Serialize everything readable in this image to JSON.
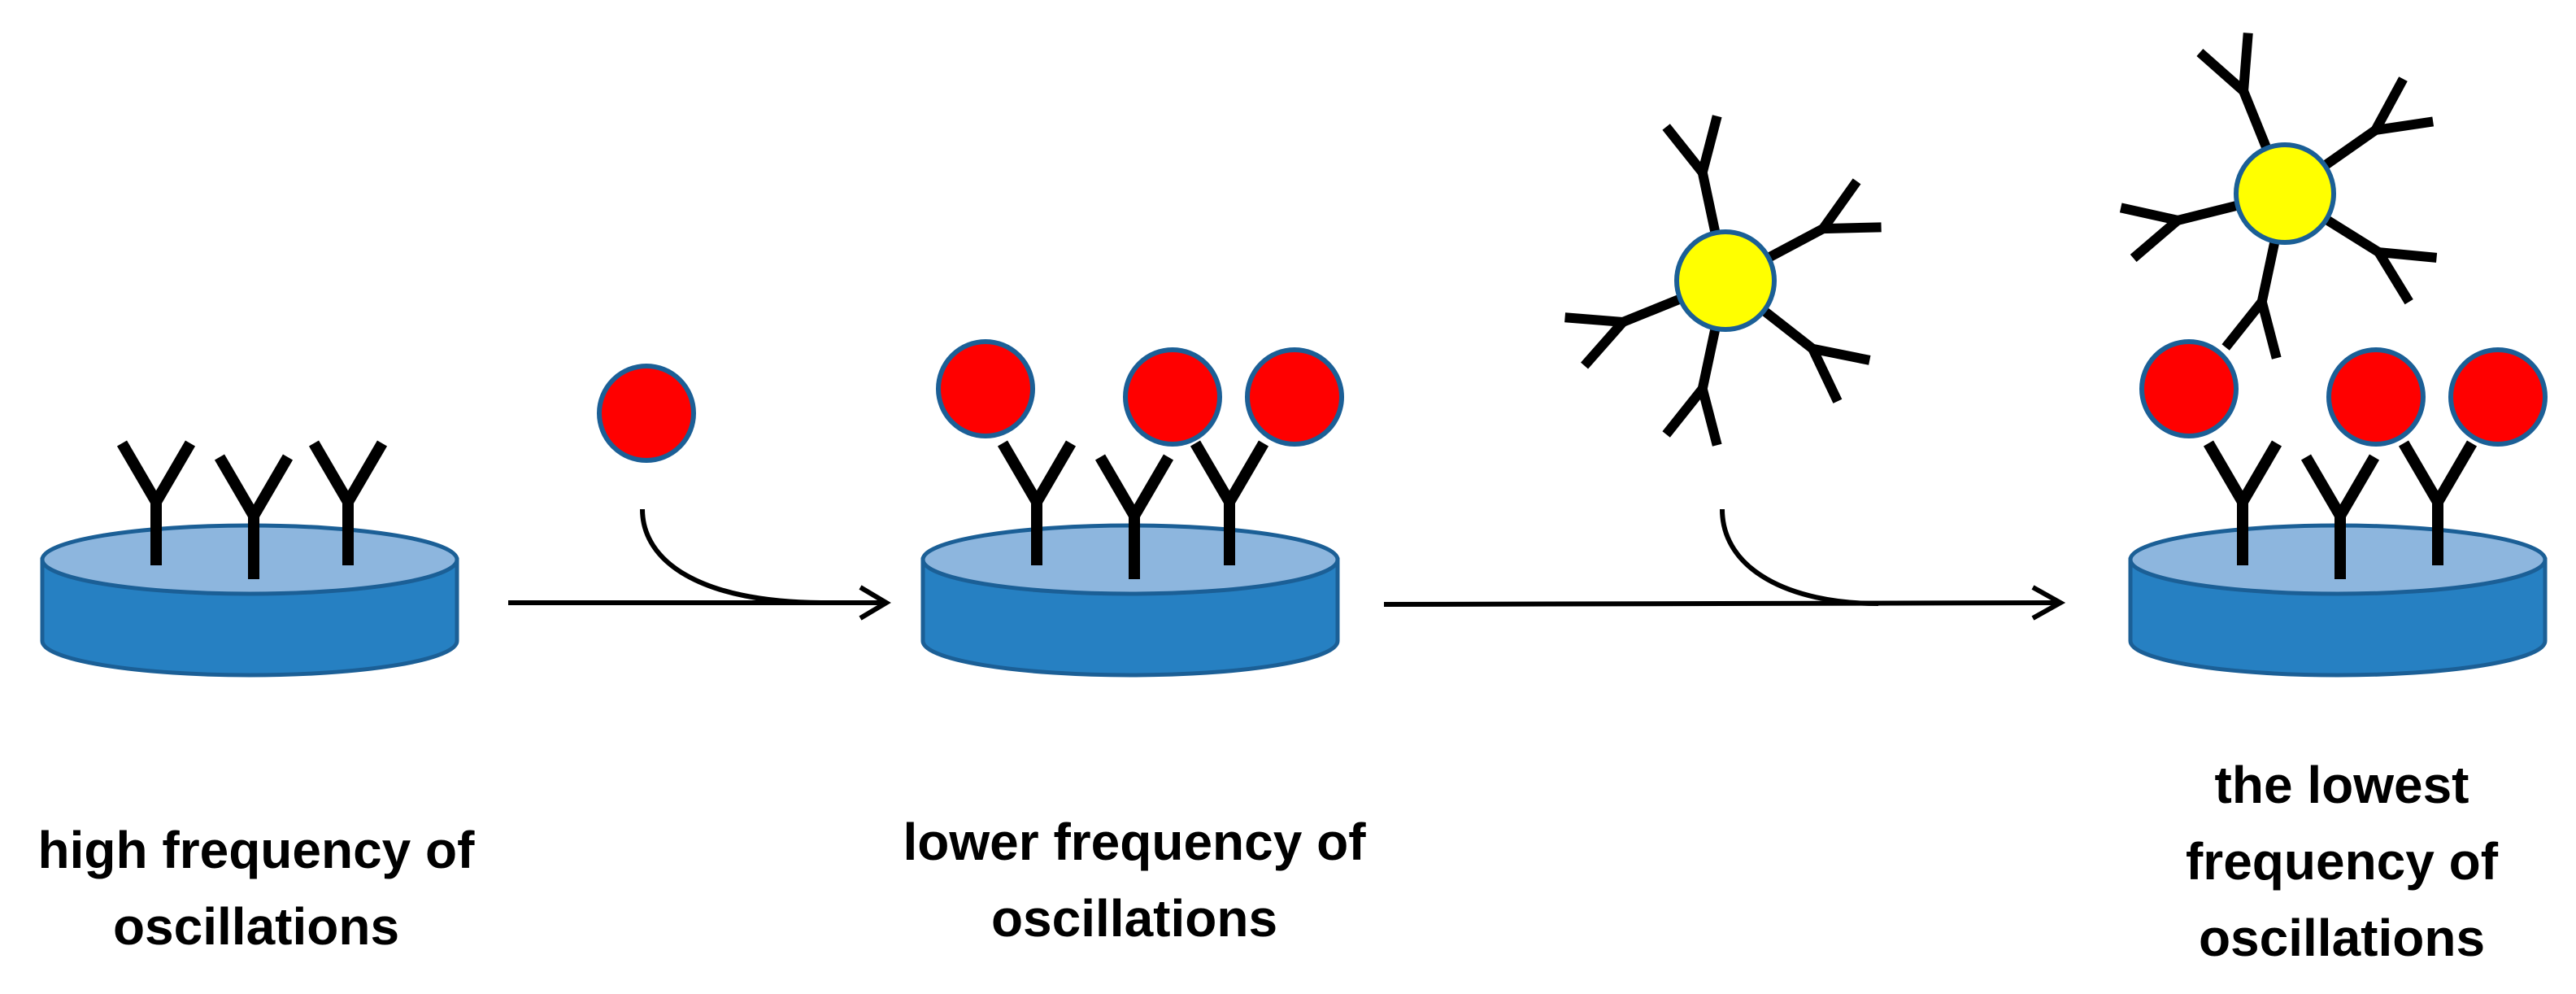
{
  "colors": {
    "plate_body": "#2680c2",
    "plate_top": "#8db6de",
    "plate_outline": "#1b5f96",
    "antigen": "#ff0000",
    "antigen_outline": "#1b5f96",
    "nanoparticle": "#ffff00",
    "nanoparticle_outline": "#1b5f96",
    "antibody": "#000000",
    "arrow": "#000000"
  },
  "icons": {
    "plate": "sensor-disk-icon",
    "antibody": "y-antibody-icon",
    "antigen": "red-antigen-icon",
    "conjugate": "antibody-nanoparticle-conjugate-icon"
  },
  "stages": [
    {
      "caption_lines": [
        "high frequency of",
        "oscillations"
      ]
    },
    {
      "caption_lines": [
        "lower frequency of",
        "oscillations"
      ]
    },
    {
      "caption_lines": [
        "the lowest",
        "frequency of",
        "oscillations"
      ]
    }
  ]
}
